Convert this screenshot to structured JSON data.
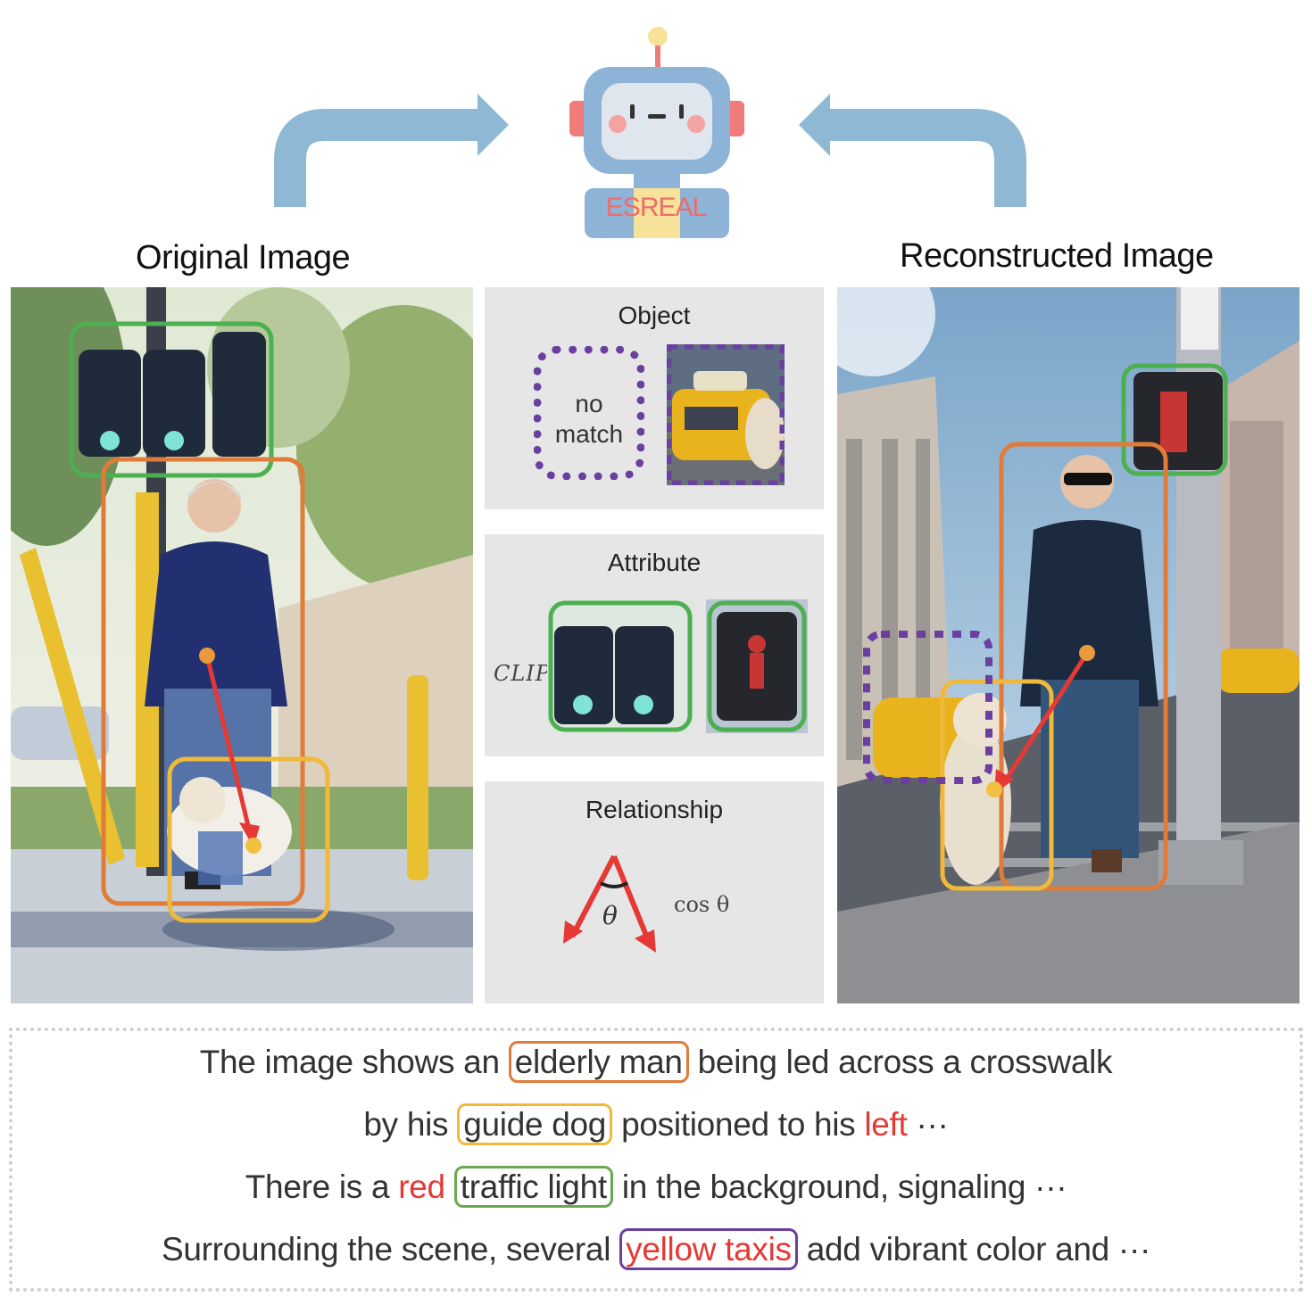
{
  "headings": {
    "original": "Original Image",
    "reconstructed": "Reconstructed Image"
  },
  "robot": {
    "label": "ESREAL"
  },
  "panels": {
    "object": {
      "title": "Object",
      "no_match": [
        "no",
        "match"
      ]
    },
    "attribute": {
      "title": "Attribute",
      "clip_label": "CLIP"
    },
    "relationship": {
      "title": "Relationship",
      "theta": "θ",
      "cos_label": "cos θ"
    }
  },
  "caption": {
    "line1": {
      "before": "The image shows an",
      "boxed": "elderly man",
      "after": "being led across a crosswalk"
    },
    "line2": {
      "before": "by his",
      "boxed": "guide dog",
      "middle": "positioned to his",
      "red": "left",
      "after": "···"
    },
    "line3": {
      "before": "There is a",
      "red": "red",
      "boxed": "traffic light",
      "after": "in the background, signaling ···"
    },
    "line4": {
      "before": "Surrounding the scene, several",
      "boxed": "yellow taxis",
      "after": "add vibrant color and ···"
    }
  },
  "colors": {
    "object_box": "#e07b39",
    "dog_box": "#f0b93a",
    "light_box": "#4caf50",
    "taxi_box": "#6a3fa0",
    "hallucination_text": "#e53935",
    "arrow": "#8fb8d4"
  }
}
